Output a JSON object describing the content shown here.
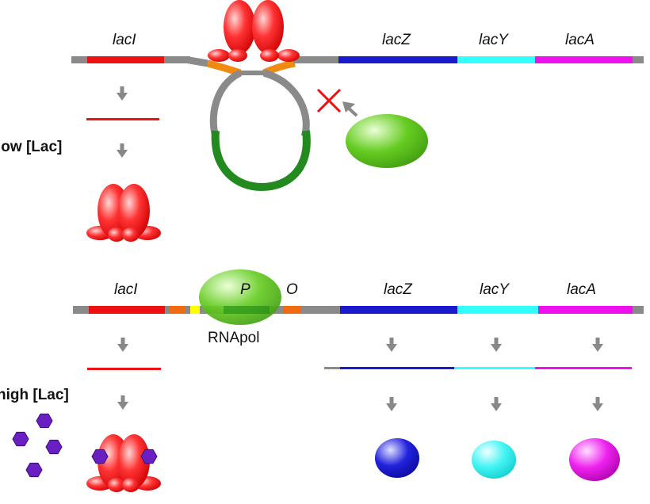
{
  "colors": {
    "dna": "#8a8a8a",
    "lacI": "#ee1111",
    "lacZ": "#1a1acc",
    "lacY": "#33ffff",
    "lacA": "#ee11ee",
    "operator": "#f08a11",
    "cap_site": "#ffff00",
    "promoter_loop": "#238a1f",
    "rnapol": "#55c61c",
    "repressor": "#ee1111",
    "inducer": "#6a1fc2",
    "arrow": "#888888"
  },
  "low_lac": {
    "condition_label": "low [Lac]",
    "genes": [
      "lacI",
      "lacZ",
      "lacY",
      "lacA"
    ],
    "repression_marker": "blocked-cross-icon"
  },
  "high_lac": {
    "condition_label": "high [Lac]",
    "genes": [
      "lacI",
      "lacZ",
      "lacY",
      "lacA"
    ],
    "promoter_label": "P",
    "operator_label": "O",
    "polymerase_label": "RNApol"
  }
}
